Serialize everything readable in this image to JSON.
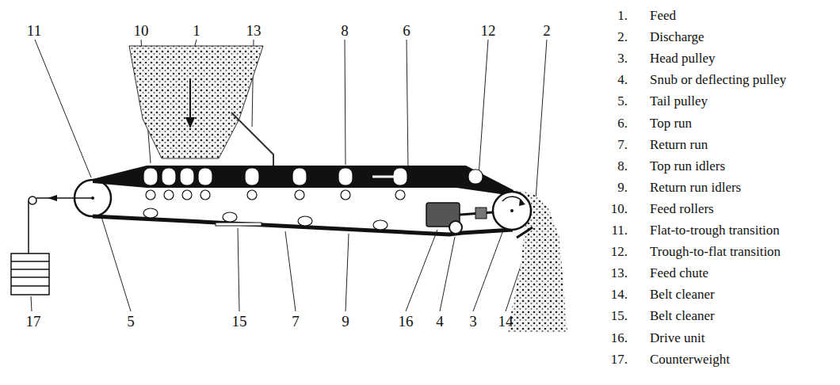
{
  "diagram": {
    "labels": [
      "11",
      "10",
      "1",
      "13",
      "8",
      "6",
      "12",
      "2",
      "17",
      "5",
      "15",
      "7",
      "9",
      "16",
      "4",
      "3",
      "14",
      "1.",
      "Feed",
      "2.",
      "Discharge",
      "3.",
      "Head pulley",
      "4.",
      "Snub or deflecting pulley",
      "5.",
      "Tail pulley",
      "6.",
      "Top run",
      "7.",
      "Return run",
      "8.",
      "Top run idlers",
      "9.",
      "Return run idlers",
      "10.",
      "Feed rollers",
      "11.",
      "Flat-to-trough transition",
      "12.",
      "Trough-to-flat transition",
      "13.",
      "Feed chute",
      "14.",
      "Belt cleaner",
      "15.",
      "Belt cleaner",
      "16.",
      "Drive unit",
      "17.",
      "Counterweight"
    ]
  }
}
